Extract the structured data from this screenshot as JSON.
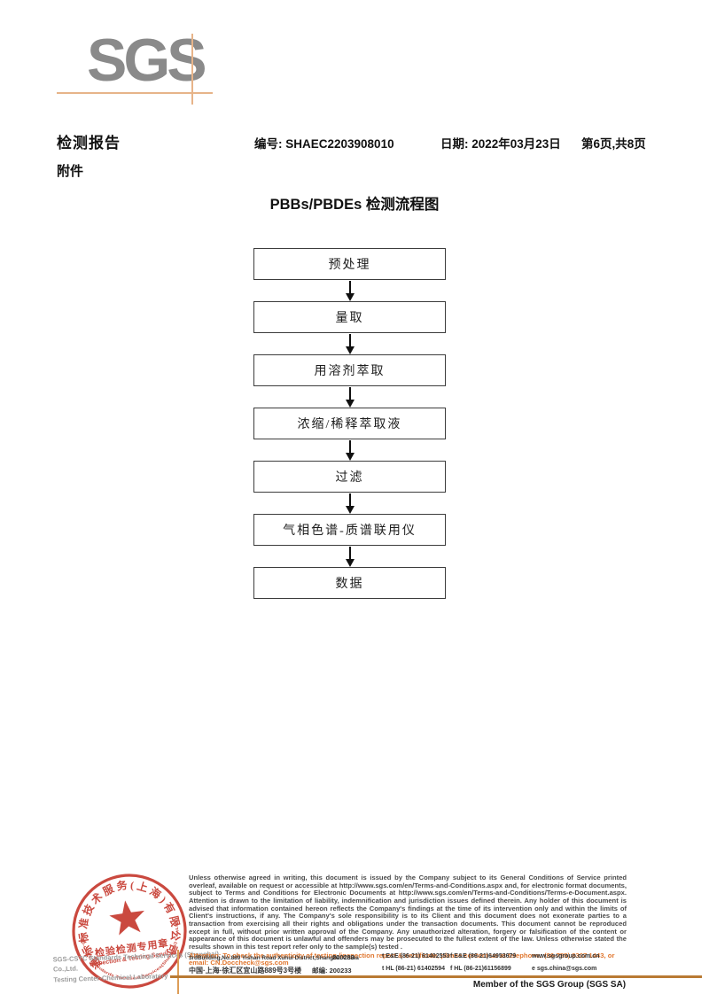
{
  "logo": {
    "text": "SGS"
  },
  "header": {
    "report_title": "检测报告",
    "report_no": "编号: SHAEC2203908010",
    "date": "日期: 2022年03月23日",
    "page_info": "第6页,共8页",
    "attachment_label": "附件"
  },
  "flowchart": {
    "title": "PBBs/PBDEs 检测流程图",
    "steps": [
      {
        "label": "预处理"
      },
      {
        "label": "量取"
      },
      {
        "label": "用溶剂萃取"
      },
      {
        "label": "浓缩/稀释萃取液"
      },
      {
        "label": "过滤"
      },
      {
        "label": "气相色谱-质谱联用仪"
      },
      {
        "label": "数据"
      }
    ]
  },
  "stamp": {
    "ring_text": "通标标准技术服务(上海)有限公司",
    "bottom_arc_text": "SGS-CSTC Standards Technical Services(Shanghai) Co.,Ltd.",
    "inner_line1": "检验检测专用章",
    "inner_line2": "Inspection & Testing Services",
    "seal_color": "#c63a2f"
  },
  "company": {
    "gray_line1": "SGS-CSTC Standards Technical Services (Shanghai) Co.,Ltd.",
    "gray_line2": "Testing Center-Chemical Laboratory"
  },
  "footer": {
    "legal_text": "Unless otherwise agreed in writing, this document is issued by the Company subject to its General Conditions of Service printed overleaf, available on request or accessible at http://www.sgs.com/en/Terms-and-Conditions.aspx and, for electronic format documents, subject to Terms and Conditions for Electronic Documents at http://www.sgs.com/en/Terms-and-Conditions/Terms-e-Document.aspx. Attention is drawn to the limitation of liability, indemnification and jurisdiction issues defined therein. Any holder of this document is advised that information contained hereon reflects the Company's findings at the time of its intervention only and within the limits of Client's instructions, if any. The Company's sole responsibility is to its Client and this document does not exonerate parties to a transaction from exercising all their rights and obligations under the transaction documents. This document cannot be reproduced except in full, without prior written approval of the Company. Any unauthorized alteration, forgery or falsification of the content or appearance of this document is unlawful and offenders may be prosecuted to the fullest extent of the law. Unless otherwise stated the results shown in this test report refer only to the sample(s) tested .",
    "attention_text": "Attention: To check the authenticity of testing /inspection report & certificate, please contact us at telephone: (86-755) 8307 1443, or email: CN.Doccheck@sgs.com",
    "address_en": "3rdBuilding,No.889 Yishan Road Xuhui District,Shanghai China",
    "zip1": "200233",
    "tel1": "t E&E (86-21) 61402553",
    "fax1": "f E&E (86-21)64953679",
    "web": "www.sgsgroup.com.cn",
    "address_cn": "中国·上海·徐汇区宜山路889号3号楼",
    "zip2": "邮编: 200233",
    "tel2": "t HL (86-21) 61402594",
    "fax2": "f HL (86-21)61156899",
    "email": "e sgs.china@sgs.com",
    "member_text": "Member of the SGS Group (SGS SA)"
  }
}
